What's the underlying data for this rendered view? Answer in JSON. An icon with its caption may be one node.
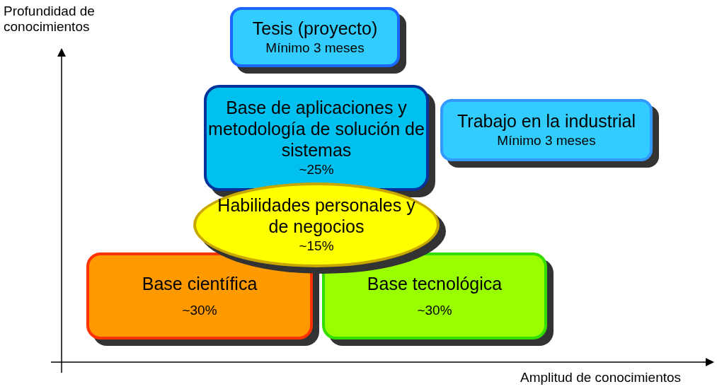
{
  "diagram": {
    "nodes": [
      {
        "text": [
          "Tesis (proyecto)",
          "Mínimo 3 meses"
        ]
      },
      {
        "text": [
          "Base de aplicaciones y metodología de solución de sistemas",
          "~25%"
        ]
      },
      {
        "text": [
          "Trabajo en la industrial",
          "Mínimo 3 meses"
        ]
      },
      {
        "text": [
          "Habilidades personales y de negocios",
          "~15%"
        ]
      },
      {
        "text": [
          "Base científica",
          "~30%"
        ]
      },
      {
        "text": [
          "Base tecnológica",
          "~30%"
        ]
      }
    ],
    "edges": [],
    "labels": [
      "Profundidad de conocimientos",
      "Amplitud de conocimientos"
    ]
  }
}
